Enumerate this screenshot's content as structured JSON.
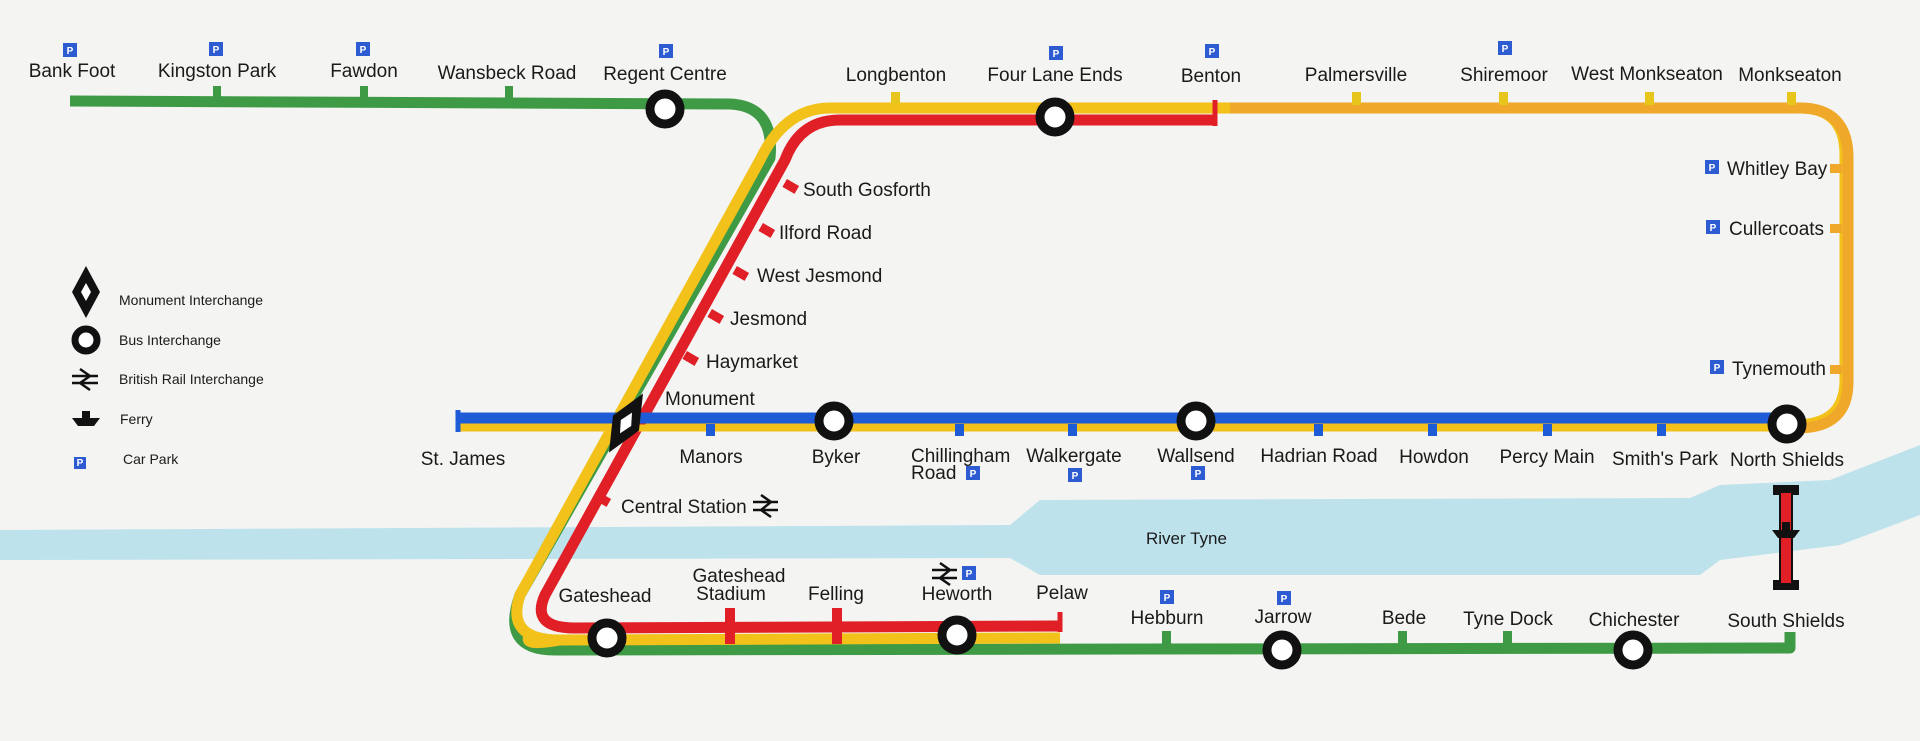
{
  "colors": {
    "green": "#3e9a44",
    "yellow": "#f2c21b",
    "red": "#e01f26",
    "blue": "#1e5bd6",
    "orange": "#f0a82a",
    "river": "#bde2ec",
    "car_park": "#2d5bd1",
    "interchange": "#111111"
  },
  "stations": {
    "bank_foot": "Bank Foot",
    "kingston_park": "Kingston Park",
    "fawdon": "Fawdon",
    "wansbeck_road": "Wansbeck Road",
    "regent_centre": "Regent Centre",
    "longbenton": "Longbenton",
    "four_lane_ends": "Four Lane Ends",
    "benton": "Benton",
    "palmersville": "Palmersville",
    "shiremoor": "Shiremoor",
    "west_monkseaton": "West Monkseaton",
    "monkseaton": "Monkseaton",
    "whitley_bay": "Whitley Bay",
    "cullercoats": "Cullercoats",
    "tynemouth": "Tynemouth",
    "north_shields": "North Shields",
    "south_gosforth": "South Gosforth",
    "ilford_road": "Ilford Road",
    "west_jesmond": "West Jesmond",
    "jesmond": "Jesmond",
    "haymarket": "Haymarket",
    "monument": "Monument",
    "st_james": "St. James",
    "manors": "Manors",
    "byker": "Byker",
    "chillingham_road_1": "Chillingham",
    "chillingham_road_2": "Road",
    "walkergate": "Walkergate",
    "wallsend": "Wallsend",
    "hadrian_road": "Hadrian Road",
    "howdon": "Howdon",
    "percy_main": "Percy Main",
    "smiths_park": "Smith's Park",
    "central_station": "Central Station",
    "gateshead": "Gateshead",
    "gateshead_stadium_1": "Gateshead",
    "gateshead_stadium_2": "Stadium",
    "felling": "Felling",
    "heworth": "Heworth",
    "pelaw": "Pelaw",
    "hebburn": "Hebburn",
    "jarrow": "Jarrow",
    "bede": "Bede",
    "tyne_dock": "Tyne Dock",
    "chichester": "Chichester",
    "south_shields": "South Shields"
  },
  "river": {
    "label": "River Tyne"
  },
  "car_park_mark": "P",
  "legend": {
    "monument_interchange": "Monument Interchange",
    "bus_interchange": "Bus Interchange",
    "british_rail_interchange": "British Rail Interchange",
    "ferry": "Ferry",
    "car_park": "Car Park"
  }
}
